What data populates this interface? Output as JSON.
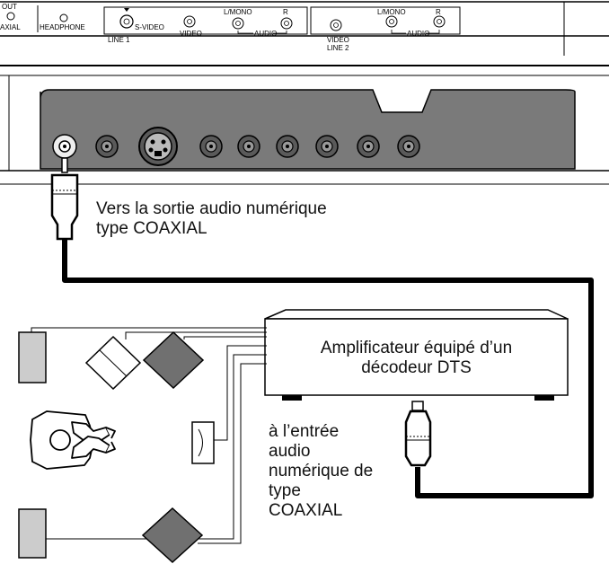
{
  "panel": {
    "coaxial_top": "OUT",
    "coaxial_bottom": "AXIAL",
    "headphone": "HEADPHONE",
    "line1": {
      "svideo": "S-VIDEO",
      "video": "VIDEO",
      "lmono": "L/MONO",
      "r": "R",
      "audio": "AUDIO",
      "name": "LINE 1"
    },
    "line2": {
      "video": "VIDEO",
      "lmono": "L/MONO",
      "r": "R",
      "audio": "AUDIO",
      "name": "LINE 2"
    }
  },
  "labels": {
    "digital_out_line1": "Vers la sortie audio numérique",
    "digital_out_line2": "type COAXIAL",
    "amplifier_line1": "Amplificateur équipé d’un",
    "amplifier_line2": "décodeur DTS",
    "input_line1": "à l’entrée",
    "input_line2": "audio",
    "input_line3": "numérique de",
    "input_line4": "type",
    "input_line5": "COAXIAL"
  },
  "colors": {
    "device_body": "#7a7a7a",
    "speaker_gray": "#cccccc",
    "speaker_dark": "#707070",
    "cable": "#000000"
  }
}
